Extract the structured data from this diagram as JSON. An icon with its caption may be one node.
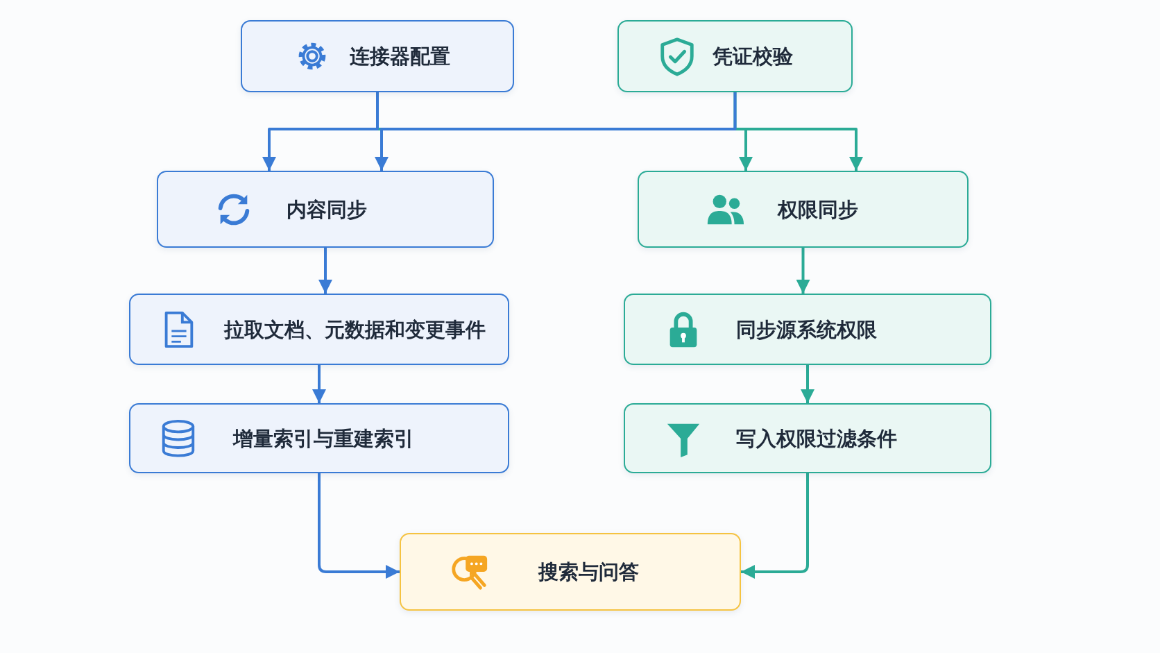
{
  "diagram": {
    "nodes": [
      {
        "text": [
          "连接器配置"
        ]
      },
      {
        "text": [
          "凭证校验"
        ]
      },
      {
        "text": [
          "内容同步"
        ]
      },
      {
        "text": [
          "权限同步"
        ]
      },
      {
        "text": [
          "拉取文档、元数据和变更事件"
        ]
      },
      {
        "text": [
          "同步源系统权限"
        ]
      },
      {
        "text": [
          "增量索引与重建索引"
        ]
      },
      {
        "text": [
          "写入权限过滤条件"
        ]
      },
      {
        "text": [
          "搜索与问答"
        ]
      }
    ],
    "edges": [
      {
        "from": 0,
        "to": 2,
        "arrow": "to"
      },
      {
        "from": 1,
        "to": 2,
        "arrow": "to"
      },
      {
        "from": 0,
        "to": 3,
        "arrow": "to",
        "color": "#2bab96"
      },
      {
        "from": 1,
        "to": 3,
        "arrow": "to",
        "color": "#2bab96"
      },
      {
        "from": 2,
        "to": 4,
        "arrow": "to"
      },
      {
        "from": 4,
        "to": 6,
        "arrow": "to"
      },
      {
        "from": 6,
        "to": 8,
        "arrow": "to"
      },
      {
        "from": 3,
        "to": 5,
        "arrow": "to",
        "color": "#2bab96"
      },
      {
        "from": 5,
        "to": 7,
        "arrow": "to",
        "color": "#2bab96"
      },
      {
        "from": 7,
        "to": 8,
        "arrow": "to",
        "color": "#2bab96"
      }
    ]
  }
}
